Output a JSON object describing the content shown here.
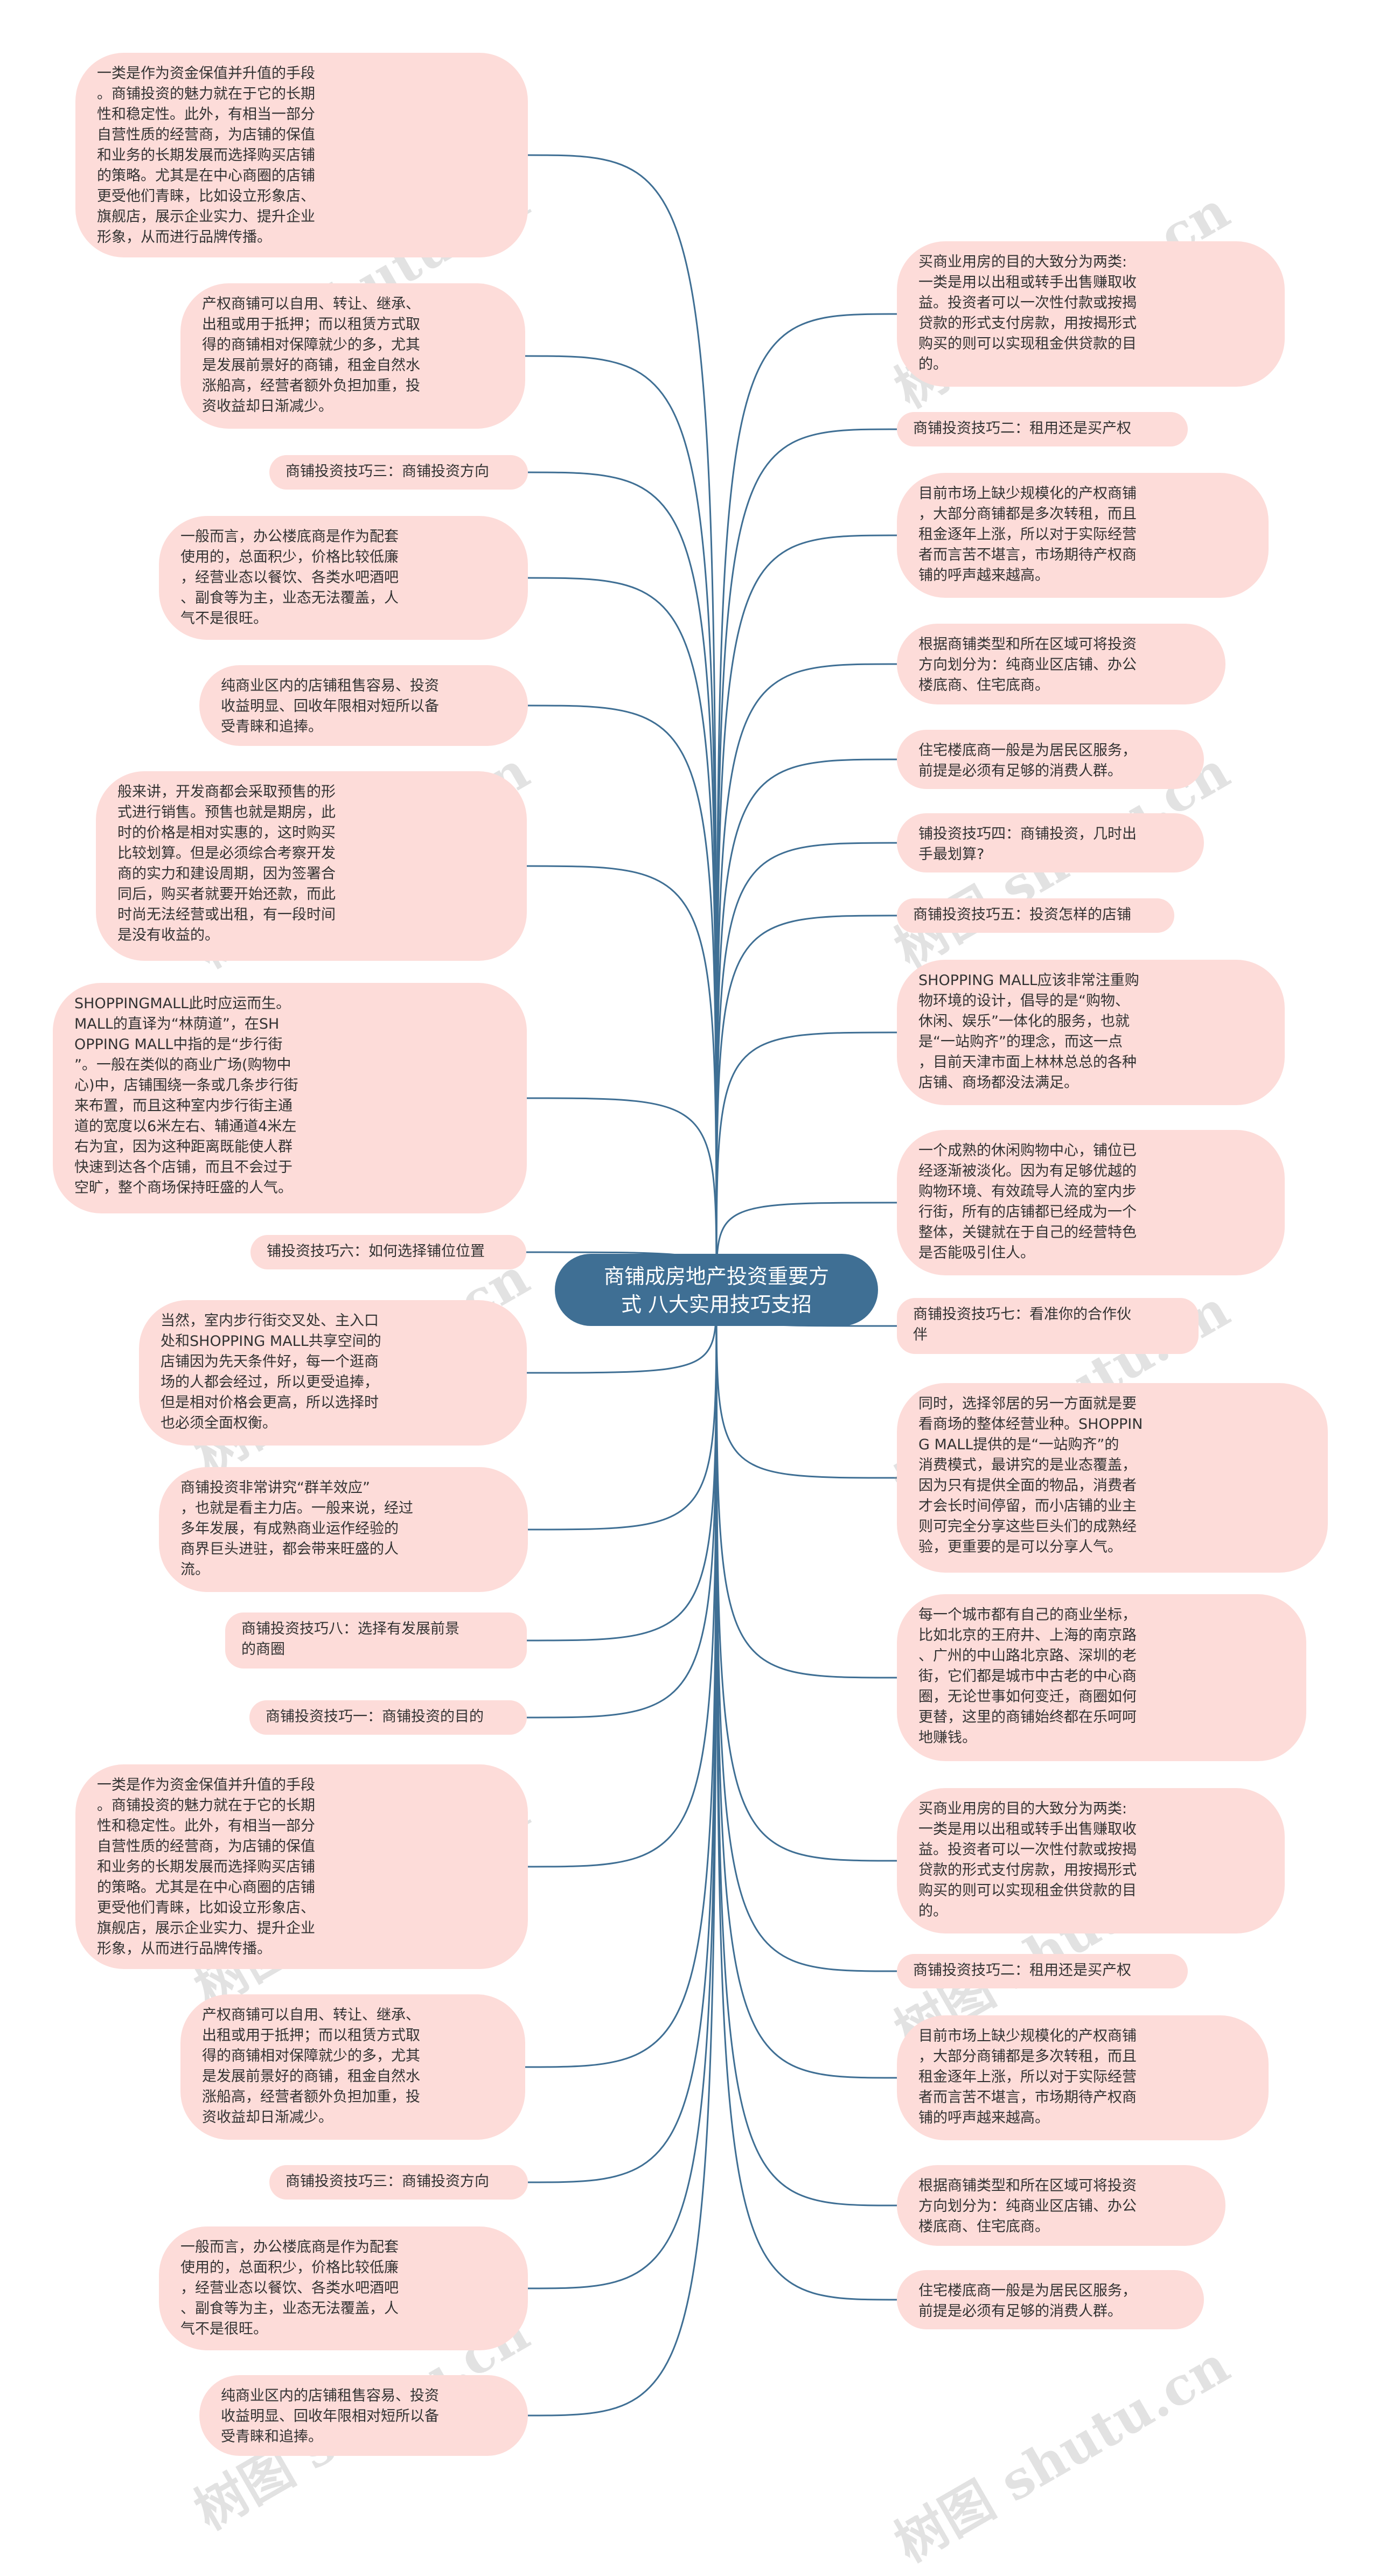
{
  "root": {
    "title": "商铺成房地产投资重要方\n式 八大实用技巧支招"
  },
  "left_nodes": [
    {
      "text": "一类是作为资金保值并升值的手段\n。商铺投资的魅力就在于它的长期\n性和稳定性。此外，有相当一部分\n自营性质的经营商，为店铺的保值\n和业务的长期发展而选择购买店铺\n的策略。尤其是在中心商圈的店铺\n更受他们青睐，比如设立形象店、\n旗舰店，展示企业实力、提升企业\n形象，从而进行品牌传播。"
    },
    {
      "text": "产权商铺可以自用、转让、继承、\n出租或用于抵押；而以租赁方式取\n得的商铺相对保障就少的多，尤其\n是发展前景好的商铺，租金自然水\n涨船高，经营者额外负担加重，投\n资收益却日渐减少。"
    },
    {
      "text": "商铺投资技巧三：商铺投资方向"
    },
    {
      "text": "一般而言，办公楼底商是作为配套\n使用的，总面积少，价格比较低廉\n，经营业态以餐饮、各类水吧酒吧\n、副食等为主，业态无法覆盖，人\n气不是很旺。"
    },
    {
      "text": "纯商业区内的店铺租售容易、投资\n收益明显、回收年限相对短所以备\n受青睐和追捧。"
    },
    {
      "text": "般来讲，开发商都会采取预售的形\n式进行销售。预售也就是期房，此\n时的价格是相对实惠的，这时购买\n比较划算。但是必须综合考察开发\n商的实力和建设周期，因为签署合\n同后，购买者就要开始还款，而此\n时尚无法经营或出租，有一段时间\n是没有收益的。"
    },
    {
      "text": "SHOPPINGMALL此时应运而生。\nMALL的直译为“林荫道”，在SH\nOPPING MALL中指的是“步行街\n”。一般在类似的商业广场(购物中\n心)中，店铺围绕一条或几条步行街\n来布置，而且这种室内步行街主通\n道的宽度以6米左右、辅通道4米左\n右为宜，因为这种距离既能使人群\n快速到达各个店铺，而且不会过于\n空旷，整个商场保持旺盛的人气。"
    },
    {
      "text": "铺投资技巧六：如何选择铺位位置"
    },
    {
      "text": "当然，室内步行街交叉处、主入口\n处和SHOPPING MALL共享空间的\n店铺因为先天条件好，每一个逛商\n场的人都会经过，所以更受追捧，\n但是相对价格会更高，所以选择时\n也必须全面权衡。"
    },
    {
      "text": "商铺投资非常讲究“群羊效应”\n，也就是看主力店。一般来说，经过\n多年发展，有成熟商业运作经验的\n商界巨头进驻，都会带来旺盛的人\n流。"
    },
    {
      "text": "商铺投资技巧八：选择有发展前景\n的商圈"
    },
    {
      "text": "商铺投资技巧一：商铺投资的目的"
    },
    {
      "text": "一类是作为资金保值并升值的手段\n。商铺投资的魅力就在于它的长期\n性和稳定性。此外，有相当一部分\n自营性质的经营商，为店铺的保值\n和业务的长期发展而选择购买店铺\n的策略。尤其是在中心商圈的店铺\n更受他们青睐，比如设立形象店、\n旗舰店，展示企业实力、提升企业\n形象，从而进行品牌传播。"
    },
    {
      "text": "产权商铺可以自用、转让、继承、\n出租或用于抵押；而以租赁方式取\n得的商铺相对保障就少的多，尤其\n是发展前景好的商铺，租金自然水\n涨船高，经营者额外负担加重，投\n资收益却日渐减少。"
    },
    {
      "text": "商铺投资技巧三：商铺投资方向"
    },
    {
      "text": "一般而言，办公楼底商是作为配套\n使用的，总面积少，价格比较低廉\n，经营业态以餐饮、各类水吧酒吧\n、副食等为主，业态无法覆盖，人\n气不是很旺。"
    },
    {
      "text": "纯商业区内的店铺租售容易、投资\n收益明显、回收年限相对短所以备\n受青睐和追捧。"
    }
  ],
  "right_nodes": [
    {
      "text": "买商业用房的目的大致分为两类:\n一类是用以出租或转手出售赚取收\n益。投资者可以一次性付款或按揭\n贷款的形式支付房款，用按揭形式\n购买的则可以实现租金供贷款的目\n的。"
    },
    {
      "text": "商铺投资技巧二：租用还是买产权"
    },
    {
      "text": "目前市场上缺少规模化的产权商铺\n，大部分商铺都是多次转租，而且\n租金逐年上涨，所以对于实际经营\n者而言苦不堪言，市场期待产权商\n铺的呼声越来越高。"
    },
    {
      "text": "根据商铺类型和所在区域可将投资\n方向划分为：纯商业区店铺、办公\n楼底商、住宅底商。"
    },
    {
      "text": "住宅楼底商一般是为居民区服务，\n前提是必须有足够的消费人群。"
    },
    {
      "text": "铺投资技巧四：商铺投资，几时出\n手最划算?"
    },
    {
      "text": "商铺投资技巧五：投资怎样的店铺"
    },
    {
      "text": "SHOPPING MALL应该非常注重购\n物环境的设计，倡导的是“购物、\n休闲、娱乐”一体化的服务，也就\n是“一站购齐”的理念，而这一点\n，目前天津市面上林林总总的各种\n店铺、商场都没法满足。"
    },
    {
      "text": "一个成熟的休闲购物中心，铺位已\n经逐渐被淡化。因为有足够优越的\n购物环境、有效疏导人流的室内步\n行街，所有的店铺都已经成为一个\n整体，关键就在于自己的经营特色\n是否能吸引住人。"
    },
    {
      "text": "商铺投资技巧七：看准你的合作伙\n伴"
    },
    {
      "text": "同时，选择邻居的另一方面就是要\n看商场的整体经营业种。SHOPPIN\nG MALL提供的是“一站购齐”的\n消费模式，最讲究的是业态覆盖，\n因为只有提供全面的物品，消费者\n才会长时间停留，而小店铺的业主\n则可完全分享这些巨头们的成熟经\n验，更重要的是可以分享人气。"
    },
    {
      "text": "每一个城市都有自己的商业坐标，\n比如北京的王府井、上海的南京路\n、广州的中山路北京路、深圳的老\n街，它们都是城市中古老的中心商\n圈，无论世事如何变迁，商圈如何\n更替，这里的商铺始终都在乐呵呵\n地赚钱。"
    },
    {
      "text": "买商业用房的目的大致分为两类:\n一类是用以出租或转手出售赚取收\n益。投资者可以一次性付款或按揭\n贷款的形式支付房款，用按揭形式\n购买的则可以实现租金供贷款的目\n的。"
    },
    {
      "text": "商铺投资技巧二：租用还是买产权"
    },
    {
      "text": "目前市场上缺少规模化的产权商铺\n，大部分商铺都是多次转租，而且\n租金逐年上涨，所以对于实际经营\n者而言苦不堪言，市场期待产权商\n铺的呼声越来越高。"
    },
    {
      "text": "根据商铺类型和所在区域可将投资\n方向划分为：纯商业区店铺、办公\n楼底商、住宅底商。"
    },
    {
      "text": "住宅楼底商一般是为居民区服务，\n前提是必须有足够的消费人群。"
    }
  ],
  "watermark": {
    "text": "树图 shutu.cn"
  },
  "colors": {
    "root_fill": "#3f6f94",
    "node_fill": "#fddcd9",
    "edge_stroke": "#3f6f94",
    "text": "#333333"
  }
}
